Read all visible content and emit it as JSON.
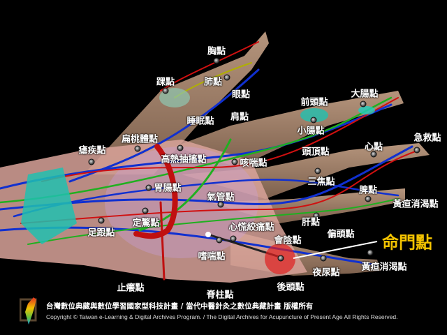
{
  "labels": [
    {
      "text": "胸點",
      "id": "chest"
    },
    {
      "text": "踝點",
      "id": "ankle"
    },
    {
      "text": "肺點",
      "id": "lung"
    },
    {
      "text": "眼點",
      "id": "eye"
    },
    {
      "text": "前頭點",
      "id": "forehead"
    },
    {
      "text": "大腸點",
      "id": "large-intestine"
    },
    {
      "text": "睡眠點",
      "id": "sleep"
    },
    {
      "text": "肩點",
      "id": "shoulder"
    },
    {
      "text": "小腸點",
      "id": "small-intestine"
    },
    {
      "text": "急救點",
      "id": "first-aid"
    },
    {
      "text": "扁桃體點",
      "id": "tonsil"
    },
    {
      "text": "瘧疾點",
      "id": "malaria"
    },
    {
      "text": "高熱抽搐點",
      "id": "high-fever"
    },
    {
      "text": "頭頂點",
      "id": "vertex"
    },
    {
      "text": "心點",
      "id": "heart"
    },
    {
      "text": "咳喘點",
      "id": "cough"
    },
    {
      "text": "胃腸點",
      "id": "stomach"
    },
    {
      "text": "三焦點",
      "id": "sanjiao"
    },
    {
      "text": "氣管點",
      "id": "trachea"
    },
    {
      "text": "脾點",
      "id": "spleen"
    },
    {
      "text": "黃疸消渴點",
      "id": "jaundice-1"
    },
    {
      "text": "足跟點",
      "id": "heel"
    },
    {
      "text": "定驚點",
      "id": "calm"
    },
    {
      "text": "肝點",
      "id": "liver"
    },
    {
      "text": "心慌絞痛點",
      "id": "angina"
    },
    {
      "text": "偏頭點",
      "id": "migraine"
    },
    {
      "text": "會陰點",
      "id": "perineum"
    },
    {
      "text": "嗜喘點",
      "id": "asthma"
    },
    {
      "text": "夜尿點",
      "id": "nocturia"
    },
    {
      "text": "黃疸消渴點",
      "id": "jaundice-2"
    },
    {
      "text": "止癢點",
      "id": "itch"
    },
    {
      "text": "脊柱點",
      "id": "spine"
    },
    {
      "text": "後頭點",
      "id": "occiput"
    }
  ],
  "highlight": {
    "text": "命門點",
    "color": "#f5c400"
  },
  "footer": {
    "line1": "台灣數位典藏與數位學習國家型科技計畫 / 當代中醫針灸之數位典藏計畫 版權所有",
    "line2": "Copyright © Taiwan e-Learning & Digital Archives Program. / The Digital Archives for Acupuncture of Present Age All Rights Reserved."
  }
}
